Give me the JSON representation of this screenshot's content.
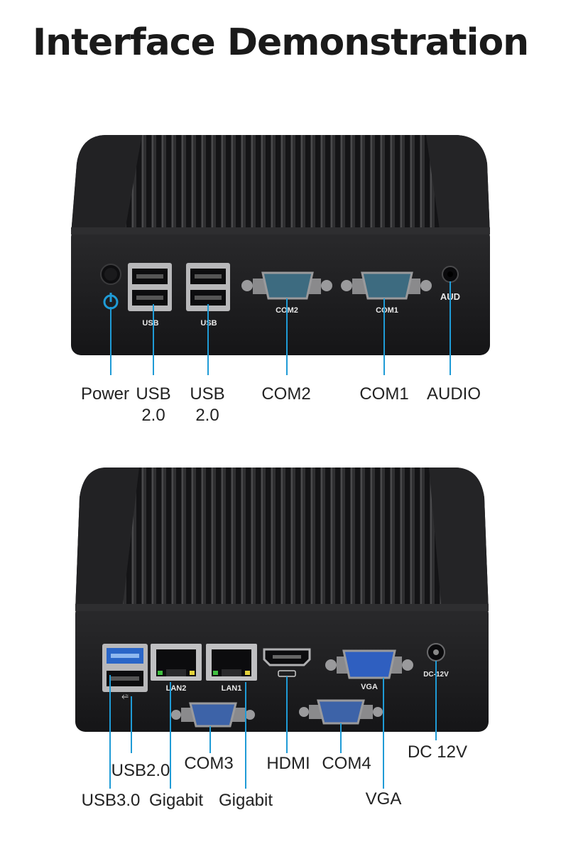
{
  "title": "Interface Demonstration",
  "colors": {
    "accent_line": "#1f9bd6",
    "chassis": "#1c1c1e",
    "port_blue": "#3d63a8"
  },
  "top_unit": {
    "port_labels": {
      "usb_a": "USB",
      "usb_b": "USB",
      "com2": "COM2",
      "com1": "COM1",
      "aud": "AUD"
    },
    "callouts": {
      "power": "Power",
      "usb1_line1": "USB",
      "usb1_line2": "2.0",
      "usb2_line1": "USB",
      "usb2_line2": "2.0",
      "com2": "COM2",
      "com1": "COM1",
      "audio": "AUDIO"
    }
  },
  "bottom_unit": {
    "port_labels": {
      "lan2": "LAN2",
      "lan1": "LAN1",
      "vga": "VGA",
      "dc": "DC-12V"
    },
    "callouts": {
      "usb20": "USB2.0",
      "usb30": "USB3.0",
      "gigabit_a": "Gigabit",
      "gigabit_b": "Gigabit",
      "com3": "COM3",
      "hdmi": "HDMI",
      "com4": "COM4",
      "vga": "VGA",
      "dc12v": "DC 12V"
    }
  }
}
